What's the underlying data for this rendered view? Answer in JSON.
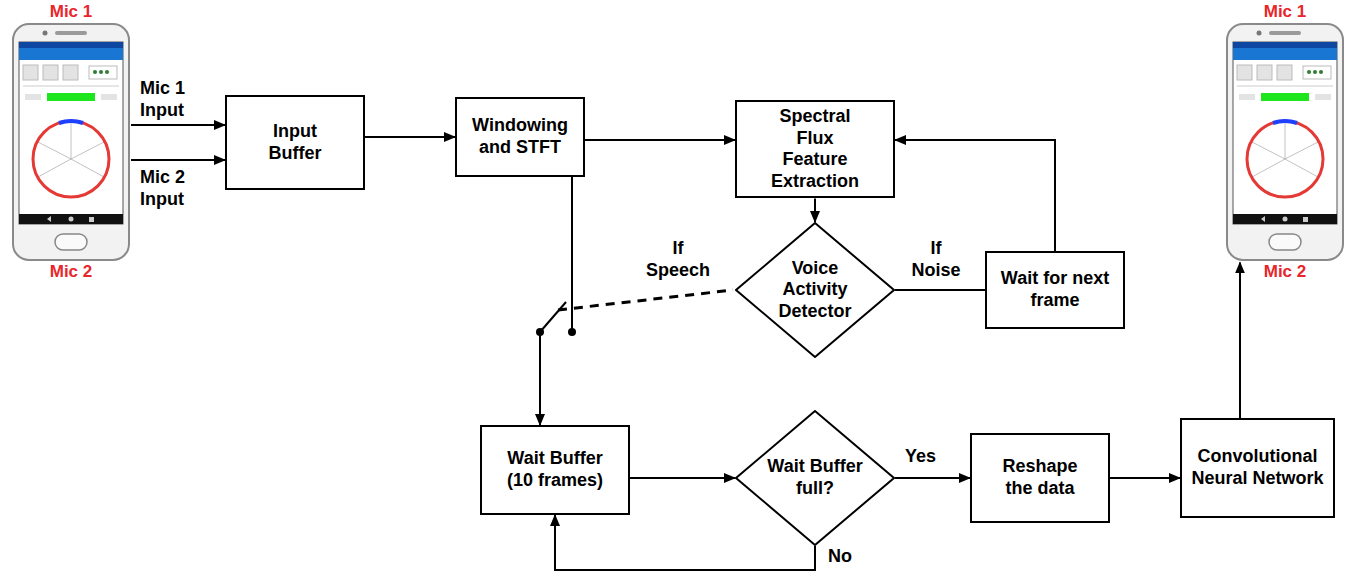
{
  "diagram": {
    "nodes": [
      {
        "text": [
          "Mic 1",
          "Mic 2"
        ]
      },
      {
        "text": [
          "Input Buffer"
        ]
      },
      {
        "text": [
          "Windowing and STFT"
        ]
      },
      {
        "text": [
          "Spectral Flux Feature Extraction"
        ]
      },
      {
        "text": [
          "Voice Activity Detector"
        ]
      },
      {
        "text": [
          "Wait for next frame"
        ]
      },
      {
        "text": [
          "Wait Buffer (10 frames)"
        ]
      },
      {
        "text": [
          "Wait Buffer full?"
        ]
      },
      {
        "text": [
          "Reshape the data"
        ]
      },
      {
        "text": [
          "Convolutional Neural Network"
        ]
      },
      {
        "text": [
          "Mic 1",
          "Mic 2"
        ]
      }
    ],
    "edges": [
      {
        "from": 0,
        "to": 1,
        "label": "Mic 1 Input",
        "arrow": "to"
      },
      {
        "from": 0,
        "to": 1,
        "label": "Mic 2 Input",
        "arrow": "to"
      },
      {
        "from": 1,
        "to": 2,
        "arrow": "to"
      },
      {
        "from": 2,
        "to": 3,
        "arrow": "to"
      },
      {
        "from": 3,
        "to": 4,
        "arrow": "to"
      },
      {
        "from": 4,
        "to": 5,
        "label": "If Noise",
        "arrow": "none"
      },
      {
        "from": 5,
        "to": 3,
        "arrow": "to"
      },
      {
        "from": 2,
        "to": 6,
        "arrow": "to"
      },
      {
        "from": 6,
        "to": 7,
        "arrow": "to"
      },
      {
        "from": 7,
        "to": 8,
        "label": "Yes",
        "arrow": "to"
      },
      {
        "from": 7,
        "to": 6,
        "label": "No",
        "arrow": "to"
      },
      {
        "from": 8,
        "to": 9,
        "arrow": "to"
      },
      {
        "from": 9,
        "to": 10,
        "arrow": "to"
      }
    ],
    "labels": [
      "If Speech"
    ]
  }
}
